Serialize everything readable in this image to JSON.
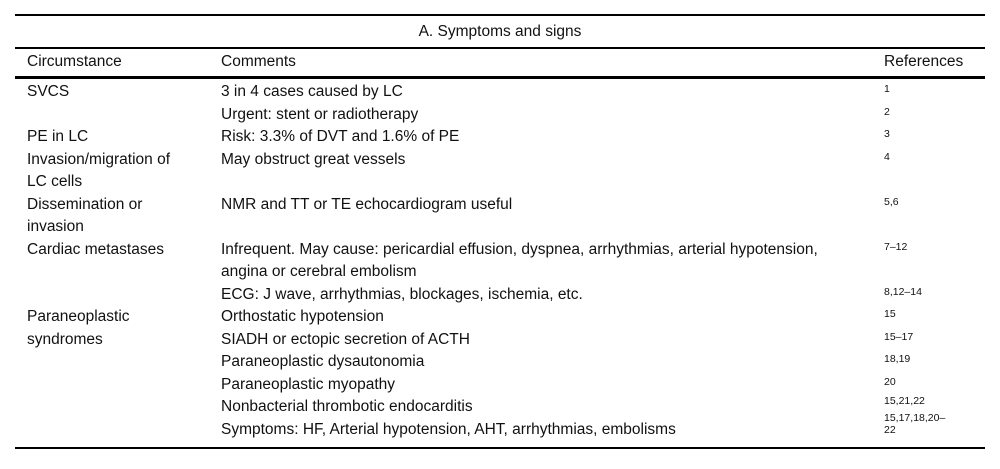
{
  "page": {
    "background_color": "#ffffff",
    "text_color": "#111111",
    "rule_color": "#000000"
  },
  "table": {
    "title": "A. Symptoms and signs",
    "columns": [
      "Circumstance",
      "Comments",
      "References"
    ],
    "groups": [
      {
        "circumstance": "SVCS",
        "rows": [
          {
            "comment": "3 in 4 cases caused by LC",
            "refs": "1"
          },
          {
            "comment": "Urgent: stent or radiotherapy",
            "refs": "2"
          }
        ]
      },
      {
        "circumstance": "PE in LC",
        "rows": [
          {
            "comment": "Risk: 3.3% of DVT and 1.6% of PE",
            "refs": "3"
          }
        ]
      },
      {
        "circumstance": "Invasion/migration of\nLC cells",
        "rows": [
          {
            "comment": "May obstruct great vessels",
            "refs": "4"
          }
        ]
      },
      {
        "circumstance": "Dissemination or\ninvasion",
        "rows": [
          {
            "comment": "NMR and TT or TE echocardiogram useful",
            "refs": "5,6"
          }
        ]
      },
      {
        "circumstance": "Cardiac metastases",
        "rows": [
          {
            "comment": "Infrequent. May cause: pericardial effusion, dyspnea, arrhythmias, arterial hypotension,\nangina or cerebral embolism",
            "refs": "7–12"
          },
          {
            "comment": "ECG: J wave, arrhythmias, blockages, ischemia, etc.",
            "refs": "8,12–14"
          }
        ]
      },
      {
        "circumstance": "Paraneoplastic\nsyndromes",
        "rows": [
          {
            "comment": "Orthostatic hypotension",
            "refs": "15"
          },
          {
            "comment": "SIADH or ectopic secretion of ACTH",
            "refs": "15–17"
          },
          {
            "comment": "Paraneoplastic dysautonomia",
            "refs": "18,19"
          },
          {
            "comment": "Paraneoplastic myopathy",
            "refs": "20"
          },
          {
            "comment": "Nonbacterial thrombotic endocarditis",
            "refs": "15,21,22"
          },
          {
            "comment": "Symptoms: HF, Arterial hypotension, AHT, arrhythmias, embolisms",
            "refs": "15,17,18,20–\n22"
          }
        ]
      }
    ]
  }
}
